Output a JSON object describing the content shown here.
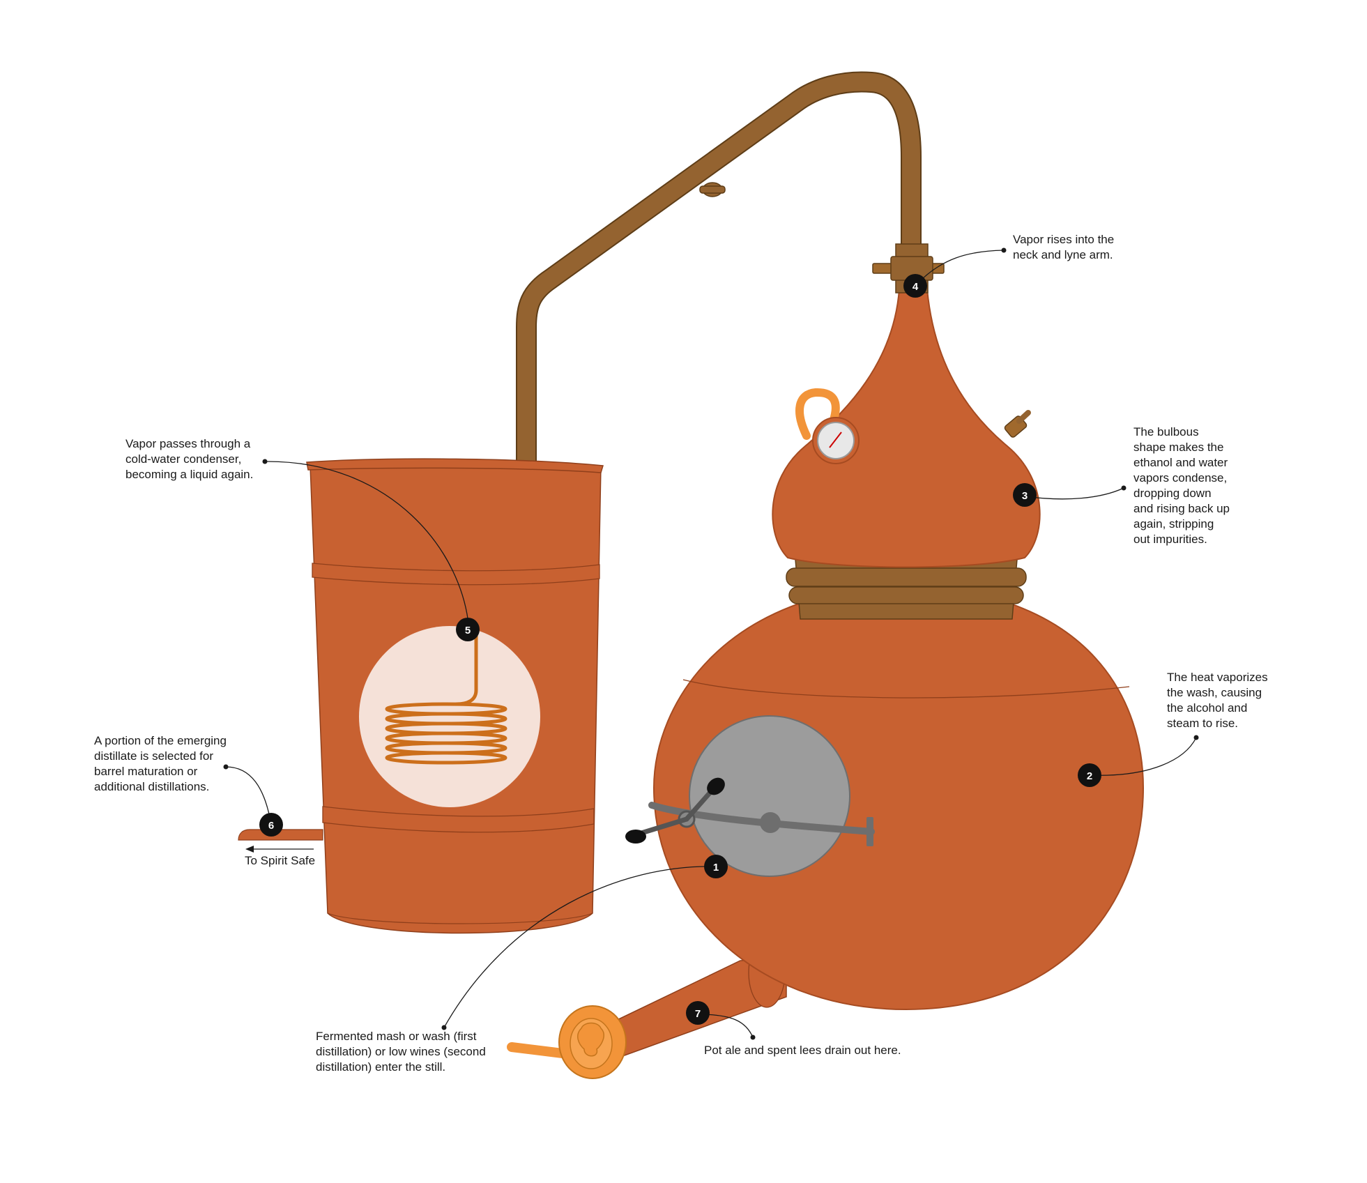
{
  "colors": {
    "copper": "#c86131",
    "copper_dark": "#a64b21",
    "pipe": "#946330",
    "band": "#946330",
    "window_fill": "#f5e1d8",
    "coil": "#cc6f1b",
    "door": "#9c9c9c",
    "valve": "#f29439",
    "badge": "#111111"
  },
  "callouts": [
    {
      "number": "1",
      "lines": [
        "Fermented mash or wash (first",
        "distillation) or low wines (second",
        "distillation) enter the still."
      ]
    },
    {
      "number": "2",
      "lines": [
        "The heat vaporizes",
        "the wash, causing",
        "the alcohol and",
        "steam to rise."
      ]
    },
    {
      "number": "3",
      "lines": [
        "The bulbous",
        "shape makes the",
        "ethanol and water",
        "vapors condense,",
        "dropping down",
        "and rising back up",
        "again, stripping",
        "out impurities."
      ]
    },
    {
      "number": "4",
      "lines": [
        "Vapor rises into the",
        "neck and lyne arm."
      ]
    },
    {
      "number": "5",
      "lines": [
        "Vapor passes through a",
        "cold-water condenser,",
        "becoming a liquid again."
      ]
    },
    {
      "number": "6",
      "lines": [
        "A portion of the emerging",
        "distillate is selected for",
        "barrel maturation or",
        "additional distillations."
      ]
    },
    {
      "number": "7",
      "lines": [
        "Pot ale and spent lees drain out here."
      ]
    }
  ],
  "spirit_safe_label": "To Spirit Safe",
  "icons": {
    "arrow": "arrow-left-icon",
    "gauge": "thermometer-gauge-icon"
  }
}
